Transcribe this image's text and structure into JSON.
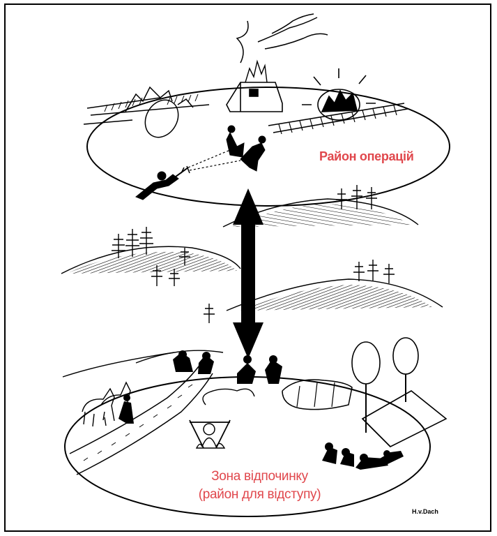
{
  "labels": {
    "operations_area": "Район операцій",
    "rest_zone_line1": "Зона відпочинку",
    "rest_zone_line2": "(район для відступу)",
    "signature": "H.v.Dach"
  },
  "colors": {
    "label_red": "#e0474c",
    "ink": "#000000"
  }
}
